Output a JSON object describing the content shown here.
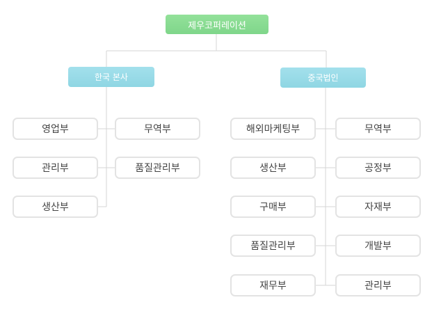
{
  "root": "제우코퍼레이션",
  "branches": [
    {
      "name": "한국 본사",
      "departments": [
        "영업부",
        "무역부",
        "관리부",
        "품질관리부",
        "생산부"
      ]
    },
    {
      "name": "중국법인",
      "departments": [
        "해외마케팅부",
        "무역부",
        "생산부",
        "공정부",
        "구매부",
        "자재부",
        "품질관리부",
        "개발부",
        "재무부",
        "관리부"
      ]
    }
  ],
  "colors": {
    "root": "#86d98f",
    "branch": "#98dae6",
    "line": "#d5d5d5",
    "border": "#e3e3e3",
    "text": "#444444"
  }
}
